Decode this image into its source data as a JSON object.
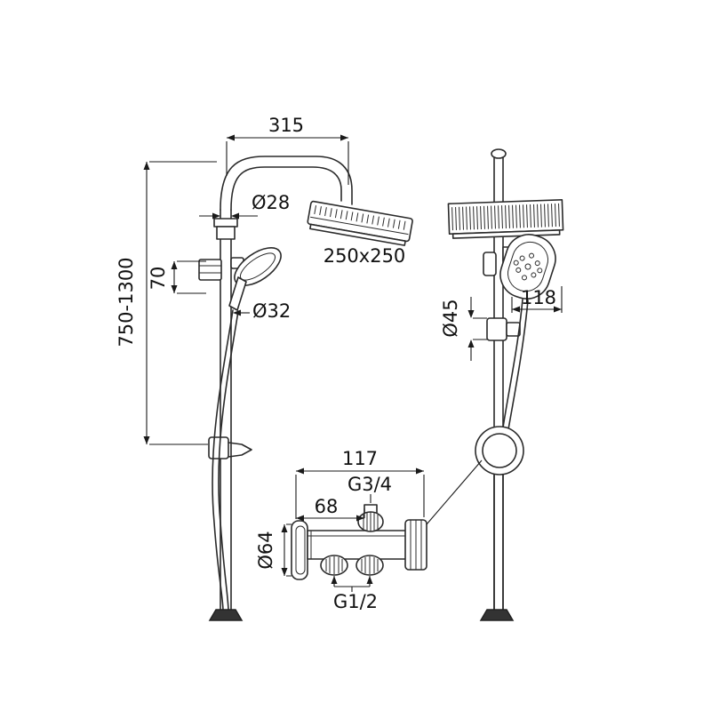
{
  "drawing": {
    "title": "shower-column-technical-drawing",
    "colors": {
      "background": "#ffffff",
      "ink": "#1a1a1a"
    },
    "dims": {
      "top_width": "315",
      "riser_diameter": "Ø28",
      "head_size": "250x250",
      "diverter_height": "70",
      "handle_diameter": "Ø32",
      "bar_height_range": "750-1300",
      "handset_length": "118",
      "slider_diameter": "Ø45",
      "valve_width": "117",
      "outlet_thread_top": "G3/4",
      "outlet_offset": "68",
      "flange_diameter": "Ø64",
      "inlet_thread_bottom": "G1/2"
    }
  }
}
